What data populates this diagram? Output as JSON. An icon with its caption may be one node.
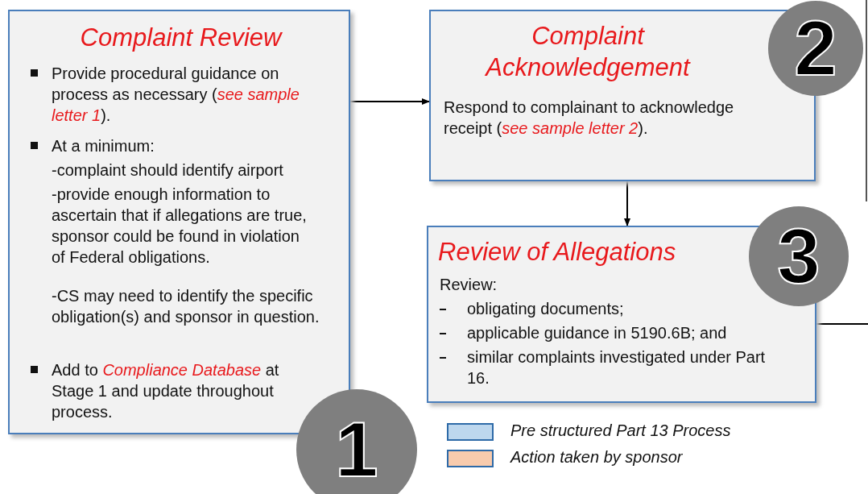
{
  "diagram": {
    "nodes": [
      {
        "text": [
          "Complaint Review",
          "Provide procedural guidance on process as necessary (*see sample letter 1*).",
          "At a minimum:",
          "-complaint should identify airport",
          "-provide enough information to ascertain that if allegations are true, sponsor could be found in violation of Federal obligations.",
          "-CS may need to identify the specific obligation(s) and sponsor in question.",
          "Add to *Compliance Database* at Stage 1 and update throughout process."
        ]
      },
      {
        "text": [
          "1"
        ]
      },
      {
        "text": [
          "Complaint Acknowledgement",
          "Respond to complainant to acknowledge receipt (*see sample letter 2*)."
        ]
      },
      {
        "text": [
          "2"
        ]
      },
      {
        "text": [
          "Review of Allegations",
          "Review:",
          "obligating documents;",
          "applicable guidance in 5190.6B; and",
          "similar complaints investigated under Part 16."
        ]
      },
      {
        "text": [
          "3"
        ]
      }
    ],
    "edges": [
      {
        "from": 0,
        "to": 2,
        "arrow": "to"
      },
      {
        "from": 2,
        "to": 4,
        "arrow": "to"
      },
      {
        "from": 4,
        "to": null,
        "arrow": "none"
      }
    ],
    "legend": [
      {
        "text": "Pre structured Part 13 Process",
        "color": "#bdd7ee"
      },
      {
        "text": "Action taken by sponsor",
        "color": "#f8cbad"
      }
    ]
  }
}
